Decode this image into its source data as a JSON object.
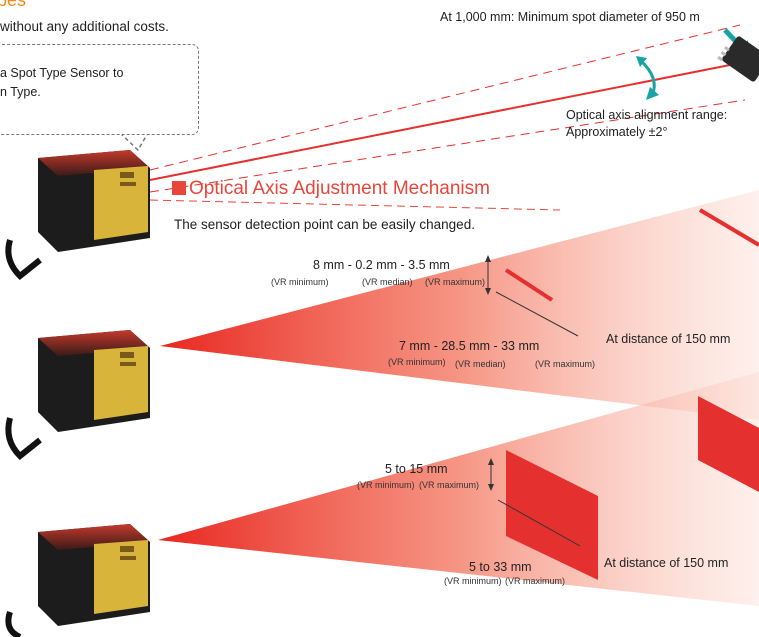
{
  "header": {
    "title": "pes",
    "intro": "without any additional costs."
  },
  "callout": {
    "line1": "a Spot Type Sensor to",
    "line2": "n Type."
  },
  "top_beam": {
    "spot_label": "At 1,000 mm: Minimum spot diameter of 950   m",
    "align_line1": "Optical axis alignment range:",
    "align_line2": "Approximately ±2°"
  },
  "section": {
    "title": "Optical Axis Adjustment Mechanism",
    "subtitle": "The sensor detection point can be easily changed."
  },
  "beam_line": {
    "dim_top": "8 mm - 0.2 mm - 3.5 mm",
    "vr_min": "(VR minimum)",
    "vr_median": "(VR median)",
    "vr_max": "(VR maximum)",
    "dim_bottom": "7 mm - 28.5 mm - 33 mm",
    "vr_min_b": "(VR minimum)",
    "vr_median_b": "(VR median)",
    "vr_max_b": "(VR maximum)",
    "distance": "At distance of 150 mm"
  },
  "beam_area": {
    "dim_top": "5 to 15 mm",
    "vr_min": "(VR minimum)",
    "vr_max": "(VR maximum)",
    "dim_bottom": "5 to 33 mm",
    "vr_min_b": "(VR minimum)",
    "vr_max_b": "(VR maximum)",
    "distance": "At distance of 150 mm"
  },
  "colors": {
    "beam_red": "#e53030",
    "accent_orange": "#f08a1a",
    "sensor_yellow": "#d9b43a",
    "arrow_teal": "#1aa3a3"
  }
}
